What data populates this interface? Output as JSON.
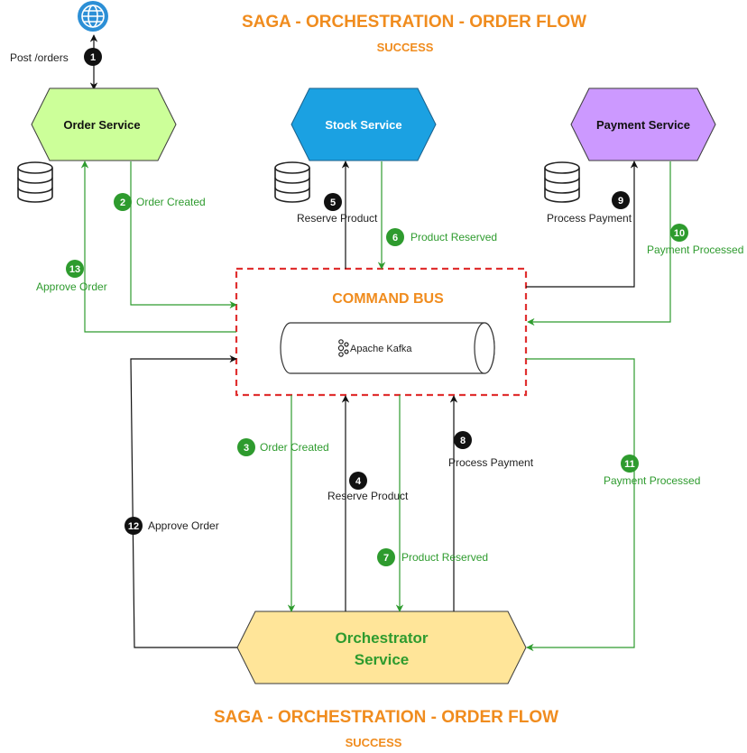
{
  "title_top": "SAGA - ORCHESTRATION - ORDER FLOW",
  "subtitle_top": "SUCCESS",
  "title_bottom": "SAGA - ORCHESTRATION - ORDER FLOW",
  "subtitle_bottom": "SUCCESS",
  "colors": {
    "title": "#f08c1e",
    "order_service": "#ccff99",
    "stock_service": "#1ba1e2",
    "payment_service": "#cc99ff",
    "orchestrator": "#ffe599",
    "bus_border": "#e03030",
    "green_flow": "#2e9b2e",
    "black_flow": "#111111"
  },
  "entry": {
    "request": "Post  /orders",
    "icon": "globe-icon",
    "step": "1"
  },
  "services": {
    "order": "Order Service",
    "stock": "Stock Service",
    "payment": "Payment Service",
    "orchestrator_line1": "Orchestrator",
    "orchestrator_line2": "Service"
  },
  "bus": {
    "title": "COMMAND BUS",
    "kafka": "Apache Kafka"
  },
  "steps": [
    {
      "num": "2",
      "label": "Order Created",
      "color": "green"
    },
    {
      "num": "3",
      "label": "Order Created",
      "color": "green"
    },
    {
      "num": "4",
      "label": "Reserve Product",
      "color": "black"
    },
    {
      "num": "5",
      "label": "Reserve Product",
      "color": "black"
    },
    {
      "num": "6",
      "label": "Product Reserved",
      "color": "green"
    },
    {
      "num": "7",
      "label": "Product Reserved",
      "color": "green"
    },
    {
      "num": "8",
      "label": "Process Payment",
      "color": "black"
    },
    {
      "num": "9",
      "label": "Process Payment",
      "color": "black"
    },
    {
      "num": "10",
      "label": "Payment Processed",
      "color": "green"
    },
    {
      "num": "11",
      "label": "Payment Processed",
      "color": "green"
    },
    {
      "num": "12",
      "label": "Approve Order",
      "color": "black"
    },
    {
      "num": "13",
      "label": "Approve Order",
      "color": "green"
    }
  ]
}
